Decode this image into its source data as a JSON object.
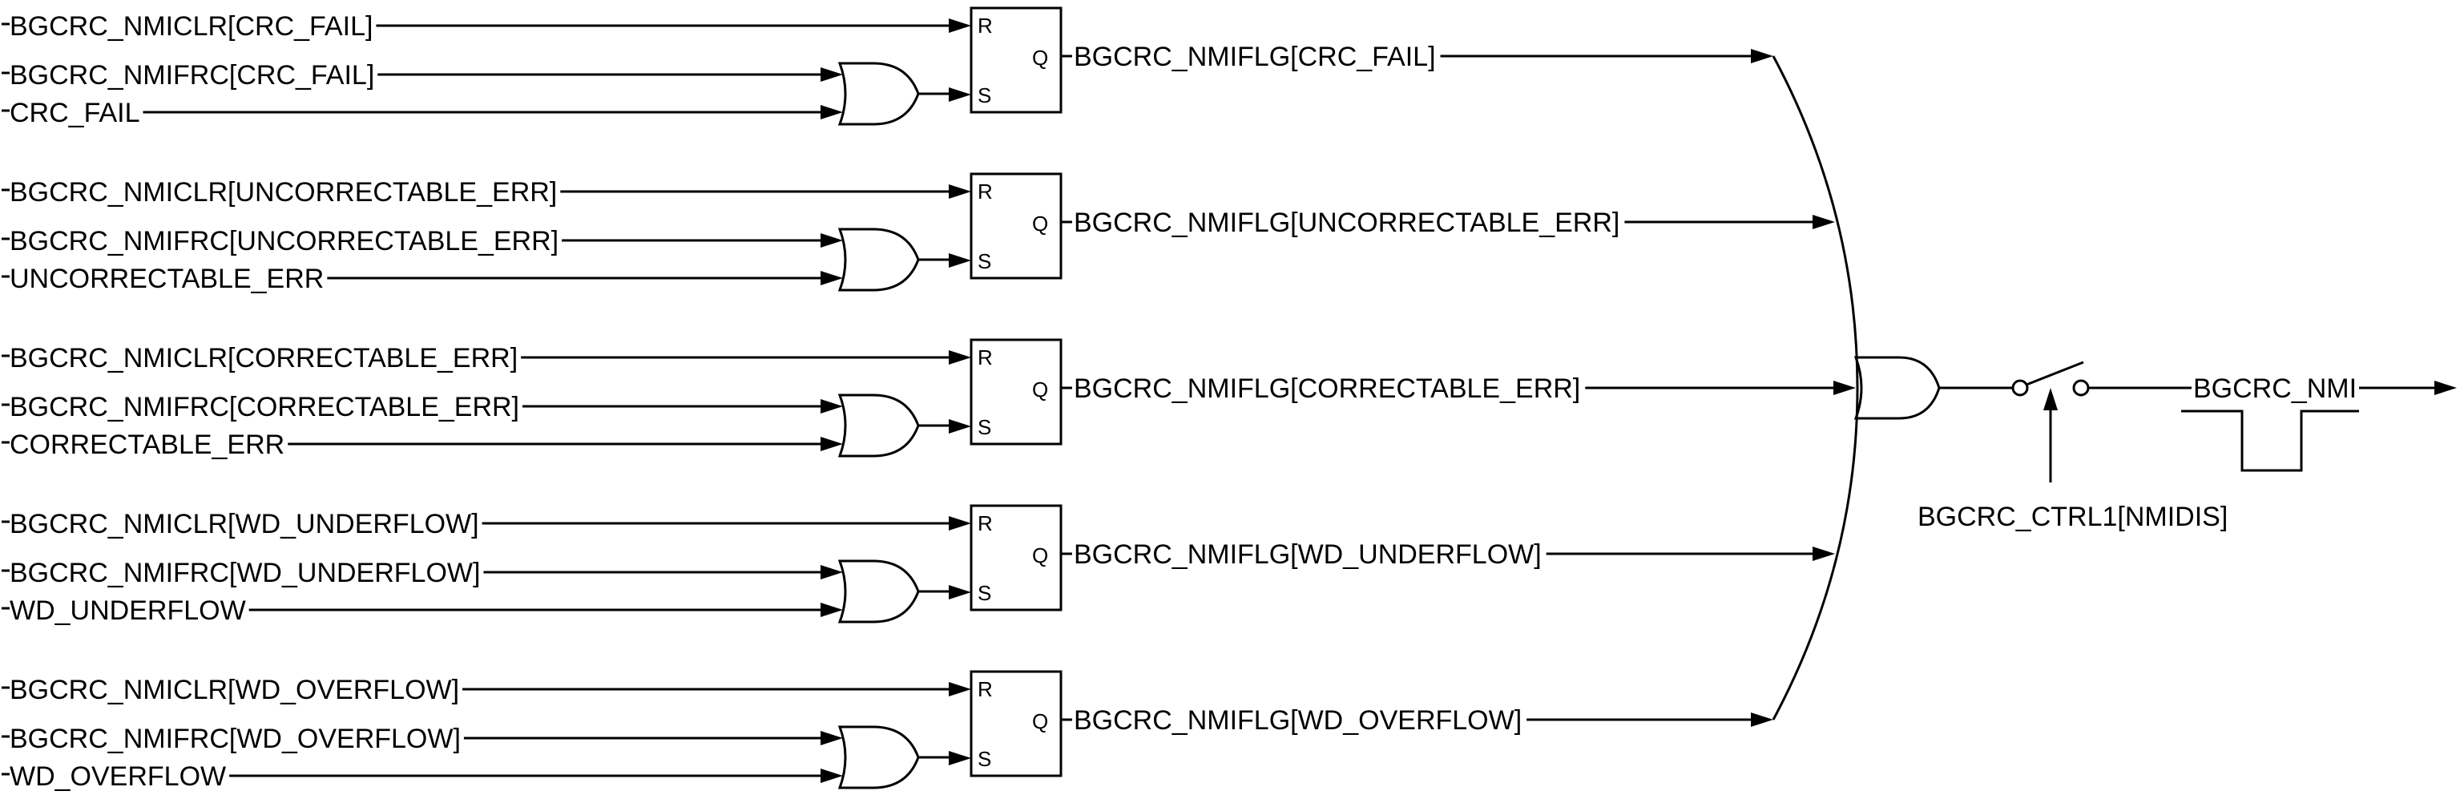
{
  "rows": [
    {
      "clr": "BGCRC_NMICLR[CRC_FAIL]",
      "frc": "BGCRC_NMIFRC[CRC_FAIL]",
      "src": "CRC_FAIL",
      "flg": "BGCRC_NMIFLG[CRC_FAIL]"
    },
    {
      "clr": "BGCRC_NMICLR[UNCORRECTABLE_ERR]",
      "frc": "BGCRC_NMIFRC[UNCORRECTABLE_ERR]",
      "src": "UNCORRECTABLE_ERR",
      "flg": "BGCRC_NMIFLG[UNCORRECTABLE_ERR]"
    },
    {
      "clr": "BGCRC_NMICLR[CORRECTABLE_ERR]",
      "frc": "BGCRC_NMIFRC[CORRECTABLE_ERR]",
      "src": "CORRECTABLE_ERR",
      "flg": "BGCRC_NMIFLG[CORRECTABLE_ERR]"
    },
    {
      "clr": "BGCRC_NMICLR[WD_UNDERFLOW]",
      "frc": "BGCRC_NMIFRC[WD_UNDERFLOW]",
      "src": "WD_UNDERFLOW",
      "flg": "BGCRC_NMIFLG[WD_UNDERFLOW]"
    },
    {
      "clr": "BGCRC_NMICLR[WD_OVERFLOW]",
      "frc": "BGCRC_NMIFRC[WD_OVERFLOW]",
      "src": "WD_OVERFLOW",
      "flg": "BGCRC_NMIFLG[WD_OVERFLOW]"
    }
  ],
  "latch_pins": {
    "r": "R",
    "s": "S",
    "q": "Q"
  },
  "switch_control": "BGCRC_CTRL1[NMIDIS]",
  "output": "BGCRC_NMI"
}
